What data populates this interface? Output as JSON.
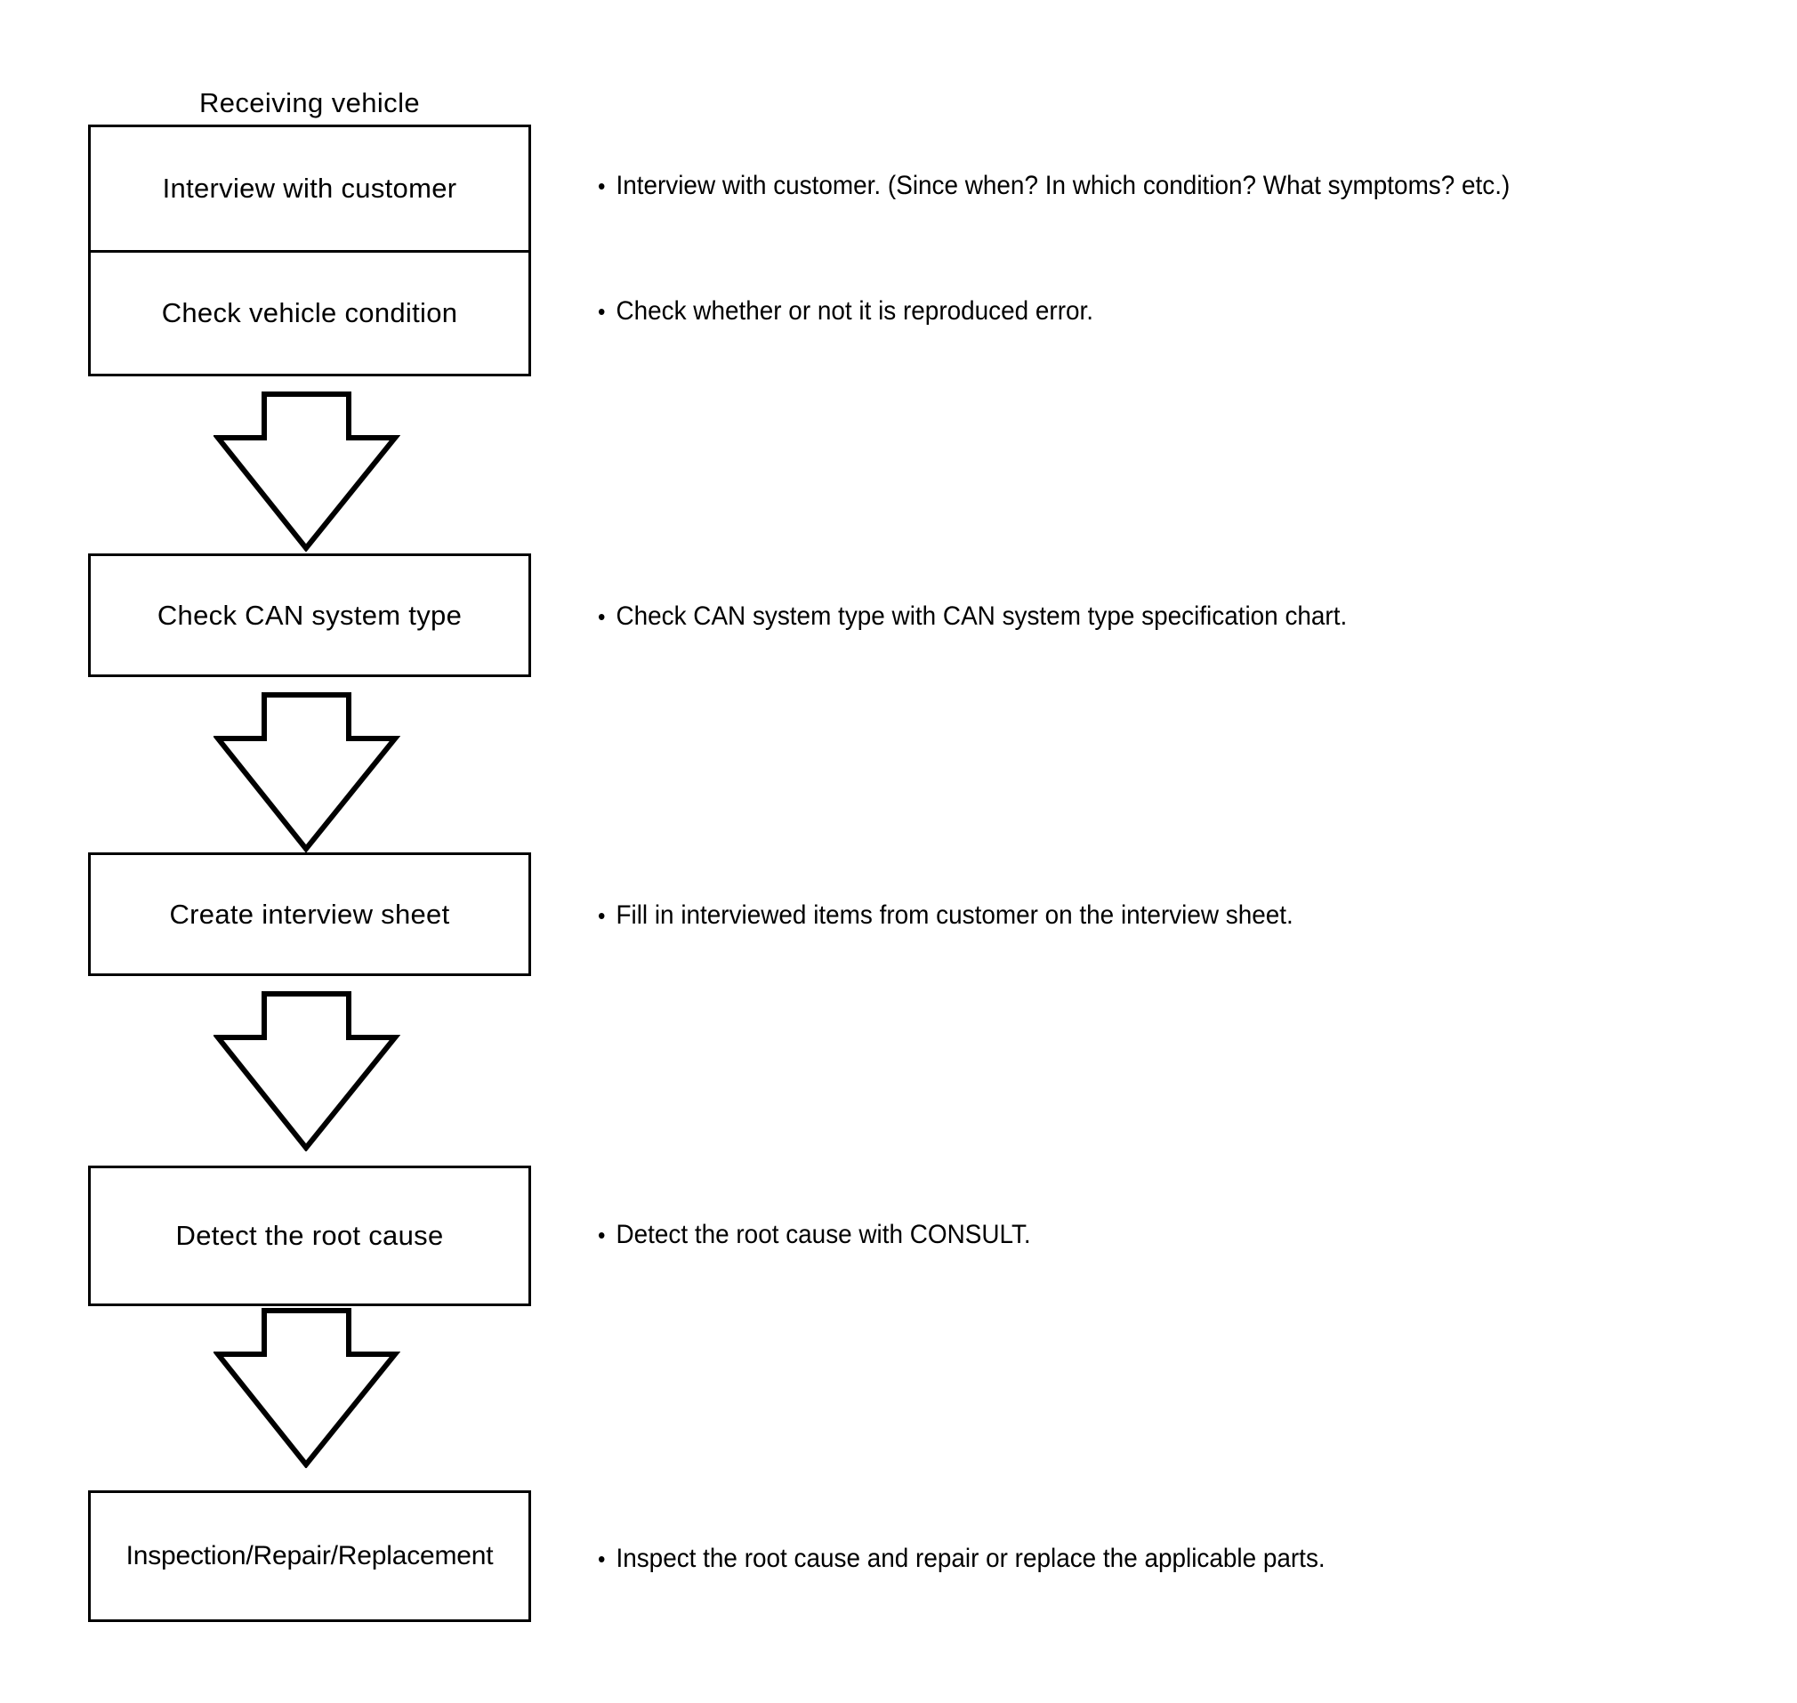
{
  "diagram": {
    "title_caption": "Receiving vehicle",
    "bullet_glyph": "•",
    "colors": {
      "stroke": "#000000",
      "fill": "#ffffff",
      "text": "#000000"
    },
    "steps": [
      {
        "id": "interview-with-customer",
        "box_label": "Interview with customer",
        "note": "Interview with customer. (Since when? In which condition? What symptoms? etc.)"
      },
      {
        "id": "check-vehicle-condition",
        "box_label": "Check vehicle condition",
        "note": "Check whether or not it is reproduced error."
      },
      {
        "id": "check-can-system-type",
        "box_label": "Check CAN system type",
        "note": "Check CAN system type with CAN system type specification chart."
      },
      {
        "id": "create-interview-sheet",
        "box_label": "Create interview sheet",
        "note": "Fill in interviewed items from customer on the interview sheet."
      },
      {
        "id": "detect-the-root-cause",
        "box_label": "Detect the root cause",
        "note": "Detect the root cause with CONSULT."
      },
      {
        "id": "inspection-repair-replacement",
        "box_label": "Inspection/Repair/Replacement",
        "note": "Inspect the root cause and repair or replace the applicable parts."
      }
    ],
    "connectors": [
      {
        "id": "arrow-1",
        "from": "check-vehicle-condition",
        "to": "check-can-system-type",
        "direction": "down"
      },
      {
        "id": "arrow-2",
        "from": "check-can-system-type",
        "to": "create-interview-sheet",
        "direction": "down"
      },
      {
        "id": "arrow-3",
        "from": "create-interview-sheet",
        "to": "detect-the-root-cause",
        "direction": "down"
      },
      {
        "id": "arrow-4",
        "from": "detect-the-root-cause",
        "to": "inspection-repair-replacement",
        "direction": "down"
      }
    ]
  }
}
